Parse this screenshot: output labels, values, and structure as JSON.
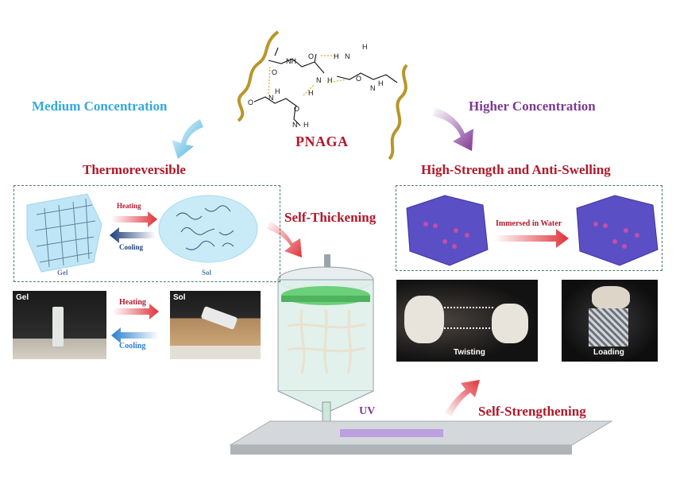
{
  "chemical": {
    "name": "PNAGA",
    "atoms": [
      "NH",
      "O",
      "H",
      "N",
      "N",
      "H",
      "O",
      "N",
      "H",
      "O",
      "H",
      "O",
      "N",
      "H",
      "O",
      "H",
      "N",
      "H"
    ]
  },
  "left": {
    "heading": "Medium Concentration",
    "subheading": "Thermoreversible",
    "schematic": {
      "gel_label": "Gel",
      "sol_label": "Sol",
      "heating_label": "Heating",
      "cooling_label": "Cooling"
    },
    "photos": {
      "gel_label": "Gel",
      "sol_label": "Sol",
      "heating_label": "Heating",
      "cooling_label": "Cooling"
    }
  },
  "center": {
    "self_thickening": "Self-Thickening",
    "uv_label": "UV"
  },
  "right": {
    "heading": "Higher Concentration",
    "subheading": "High-Strength and Anti-Swelling",
    "immersed_label": "Immersed in Water",
    "twisting_label": "Twisting",
    "loading_label": "Loading",
    "self_strengthening": "Self-Strengthening"
  },
  "colors": {
    "cyan": "#33a9dc",
    "red": "#b0182a",
    "purple": "#7e3894",
    "navy": "#1c3f7a",
    "gold": "#b8962a"
  }
}
